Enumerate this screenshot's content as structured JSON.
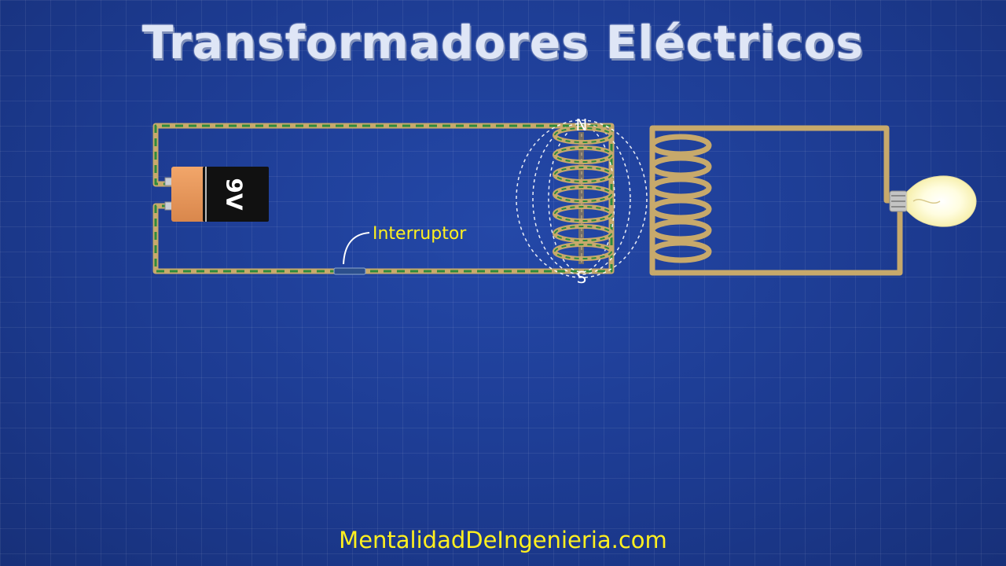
{
  "title": "Transformadores Eléctricos",
  "battery": {
    "label": "9V"
  },
  "switch": {
    "label": "Interruptor"
  },
  "primary_coil": {
    "north_label": "N",
    "south_label": "S"
  },
  "footer": {
    "text": "MentalidadDeIngenieria.com"
  },
  "colors": {
    "background": "#1d3c94",
    "wire": "#c7a96b",
    "current_dash": "#2e8a3c",
    "label_yellow": "#fff01f",
    "field_lines": "#ffffff",
    "battery_body": "#111111",
    "battery_cap": "#e3945a"
  },
  "icons": [
    "battery-icon",
    "light-bulb-icon",
    "primary-coil-icon",
    "secondary-coil-icon"
  ]
}
